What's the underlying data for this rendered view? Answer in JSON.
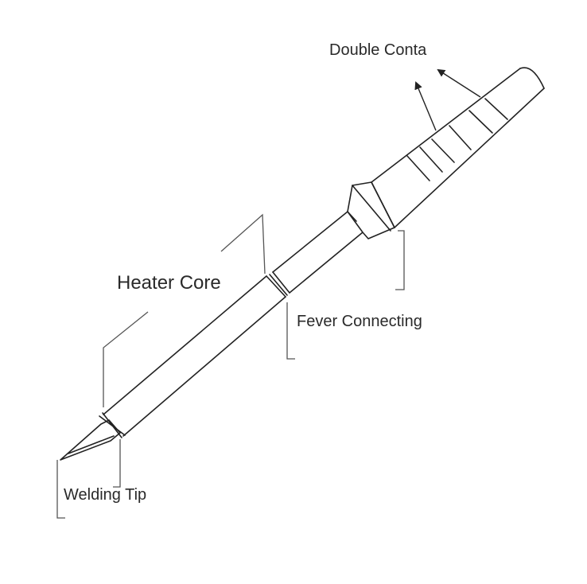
{
  "labels": {
    "double_contact": "Double Conta",
    "heater_core": "Heater Core",
    "fever_connecting": "Fever Connecting",
    "welding_tip": "Welding Tip"
  },
  "colors": {
    "stroke": "#222222",
    "background": "#ffffff"
  }
}
